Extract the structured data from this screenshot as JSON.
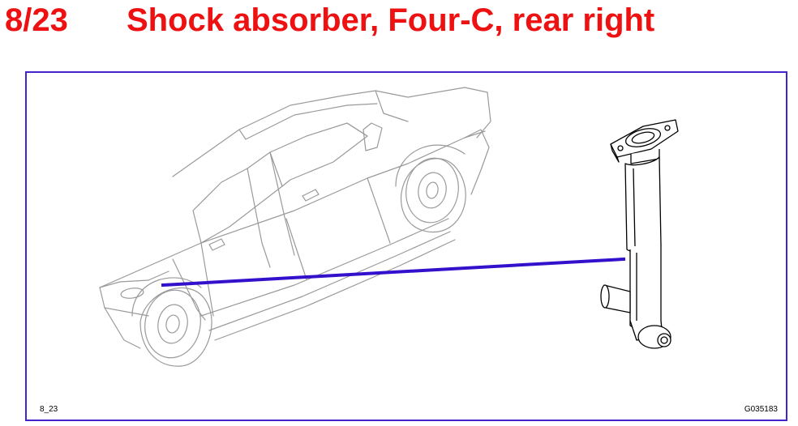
{
  "header": {
    "number": "8/23",
    "title": "Shock absorber, Four-C, rear right"
  },
  "figure": {
    "id_left": "8_23",
    "id_right": "G035183",
    "colors": {
      "title": "#ee1111",
      "frame": "#4422cc",
      "leader": "#3311cc",
      "car_lines": "#9a9a9a",
      "part_lines": "#000000"
    }
  }
}
